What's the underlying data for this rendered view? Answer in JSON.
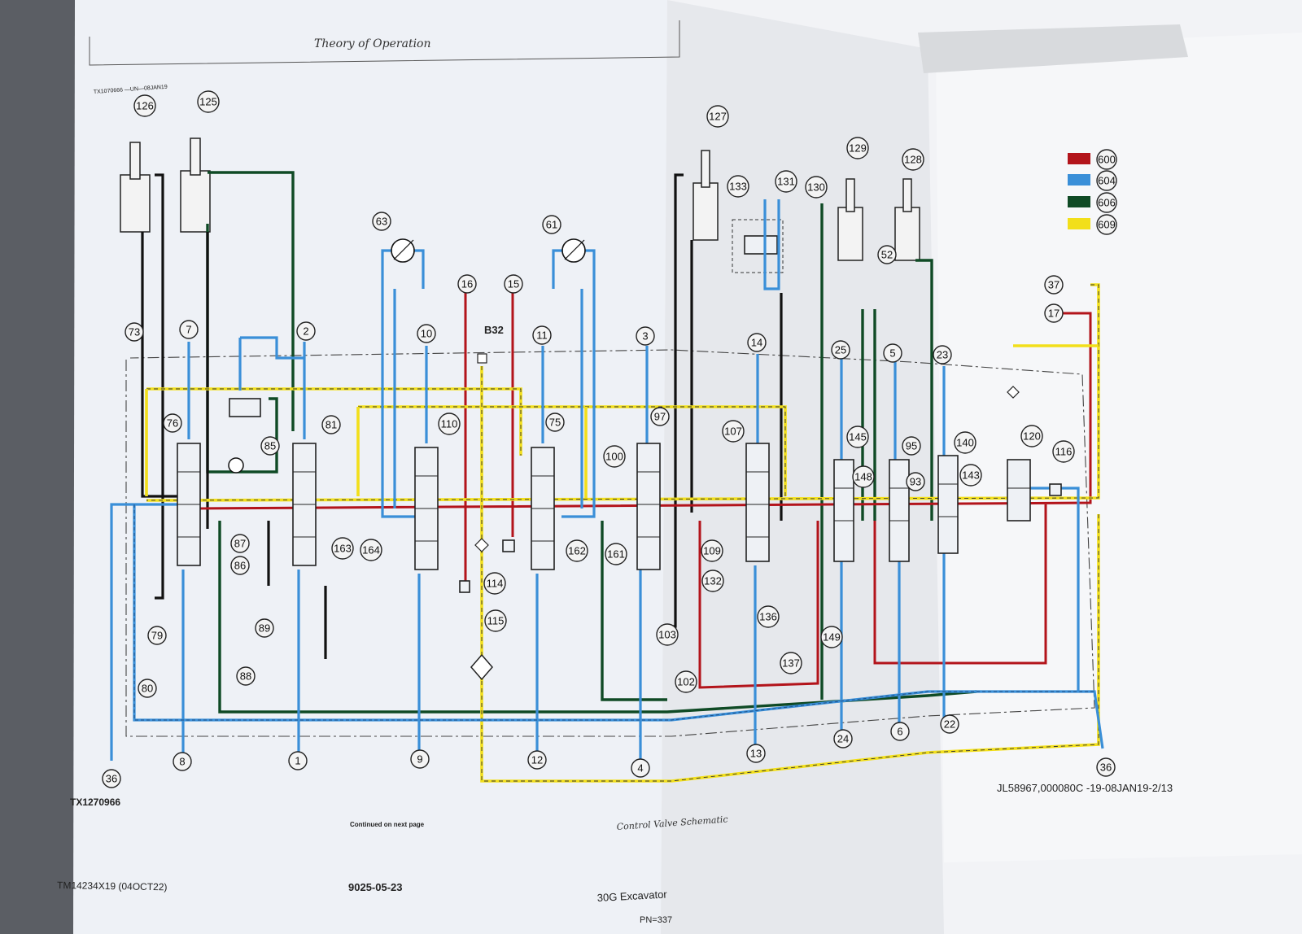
{
  "header": {
    "title": "Theory of Operation",
    "small_ref": "TX1070666 —UN—08JAN19"
  },
  "legend": [
    {
      "color": "#b3141b",
      "code": "600"
    },
    {
      "color": "#3a8fd8",
      "code": "604"
    },
    {
      "color": "#0f4a25",
      "code": "606"
    },
    {
      "color": "#f2df1a",
      "code": "609"
    }
  ],
  "labels": {
    "b32": "B32",
    "figure_id": "TX1270966",
    "continued": "Continued on next page",
    "caption": "Control Valve Schematic",
    "jl_ref": "JL58967,000080C -19-08JAN19-2/13"
  },
  "footer": {
    "doc": "TM14234X19 (04OCT22)",
    "section": "9025-05-23",
    "product": "30G Excavator",
    "pn": "PN=337"
  },
  "callouts": [
    "126",
    "125",
    "127",
    "133",
    "131",
    "130",
    "129",
    "128",
    "63",
    "61",
    "16",
    "15",
    "73",
    "7",
    "2",
    "10",
    "11",
    "3",
    "14",
    "25",
    "5",
    "23",
    "37",
    "17",
    "52",
    "76",
    "85",
    "81",
    "110",
    "75",
    "97",
    "100",
    "107",
    "145",
    "148",
    "95",
    "93",
    "140",
    "143",
    "120",
    "116",
    "87",
    "86",
    "163",
    "164",
    "114",
    "115",
    "162",
    "161",
    "109",
    "132",
    "79",
    "80",
    "89",
    "88",
    "103",
    "102",
    "136",
    "137",
    "149",
    "8",
    "1",
    "9",
    "12",
    "4",
    "13",
    "24",
    "6",
    "22",
    "36",
    "36"
  ]
}
